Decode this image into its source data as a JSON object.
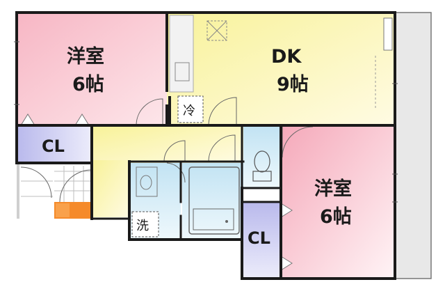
{
  "rooms": {
    "western_room_1": {
      "name": "洋室",
      "size": "6帖"
    },
    "dining_kitchen": {
      "name": "DK",
      "size": "9帖"
    },
    "western_room_2": {
      "name": "洋室",
      "size": "6帖"
    },
    "closet_1": {
      "name": "CL"
    },
    "closet_2": {
      "name": "CL"
    },
    "refrigerator": {
      "name": "冷"
    },
    "washer": {
      "name": "洗"
    }
  },
  "colors": {
    "western_room_fill": "#f9c4cf",
    "dk_fill": "#fbf6b8",
    "hall_fill": "#fbf6b8",
    "closet_fill": "#c9c9f2",
    "wet_area_fill": "#d4ecf7",
    "genkan_accent": "#f58a2a",
    "balcony_fill": "#e6e6e6",
    "wall": "#1a1a1a"
  }
}
